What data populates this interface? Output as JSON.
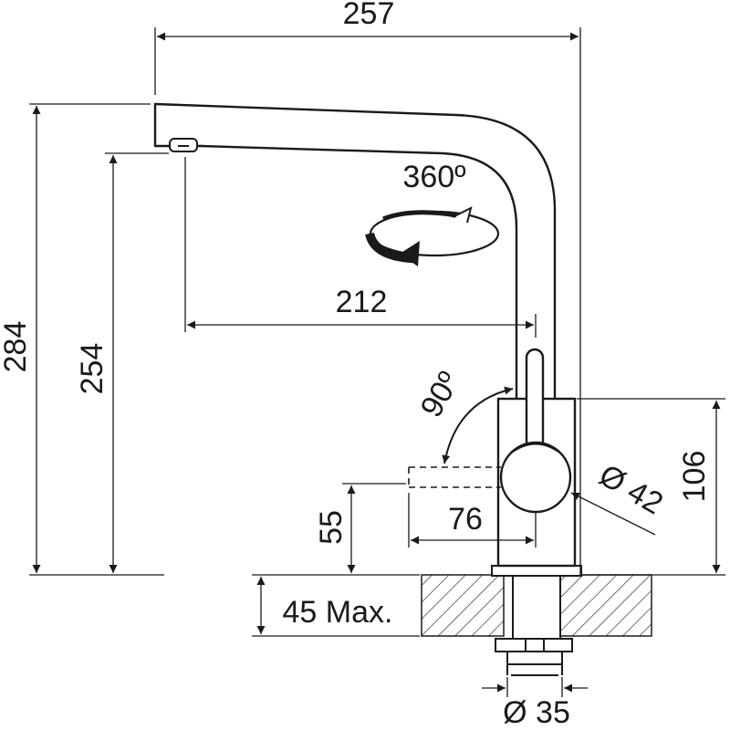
{
  "dimensions": {
    "overall_width": "257",
    "overall_height": "284",
    "spout_height": "254",
    "spout_reach": "212",
    "rotation": "360º",
    "lever_angle": "90º",
    "lever_height": "55",
    "lever_reach": "76",
    "body_diameter": "Ø 42",
    "body_height": "106",
    "max_counter_thickness": "45 Max.",
    "mount_diameter": "Ø 35"
  }
}
